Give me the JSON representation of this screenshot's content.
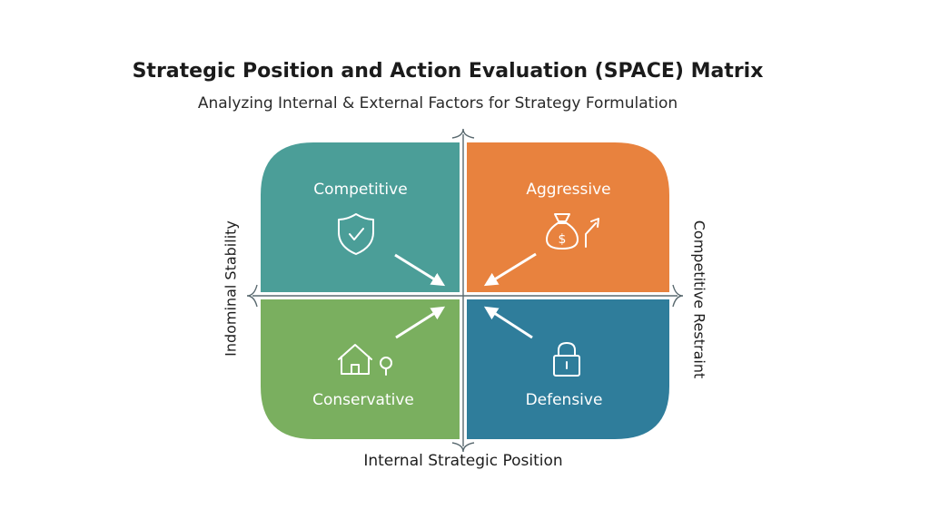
{
  "title": "Strategic Position and Action Evaluation (SPACE) Matrix",
  "subtitle": "Analyzing Internal & External Factors for Strategy Formulation",
  "axes": {
    "left": "Indominal Stability",
    "right": "Competitive Restraint",
    "bottom": "Internal Strategic Position"
  },
  "quadrants": {
    "top_left": {
      "label": "Competitive",
      "icon": "shield-check-icon",
      "color": "#4b9e98"
    },
    "top_right": {
      "label": "Aggressive",
      "icon": "money-bag-growth-icon",
      "color": "#e8823e"
    },
    "bottom_left": {
      "label": "Conservative",
      "icon": "house-tree-icon",
      "color": "#7aaf5f"
    },
    "bottom_right": {
      "label": "Defensive",
      "icon": "padlock-icon",
      "color": "#2f7d9b"
    }
  }
}
